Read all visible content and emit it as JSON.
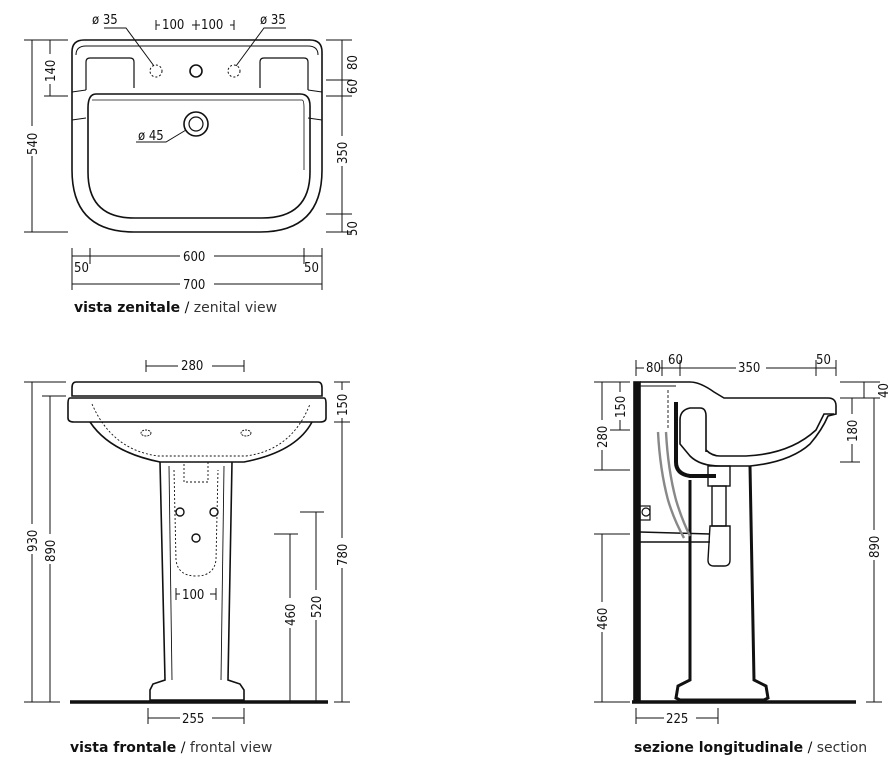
{
  "views": {
    "top": {
      "caption_it": "vista zenitale",
      "caption_sep": " / ",
      "caption_en": "zenital view",
      "dims": {
        "hole_left": "ø 35",
        "hole_right": "ø 35",
        "spacing_a": "100",
        "spacing_b": "100",
        "drain": "ø 45",
        "d540": "540",
        "d140": "140",
        "d80": "80",
        "d60": "60",
        "d350": "350",
        "d50_right": "50",
        "d600": "600",
        "d50_left_b": "50",
        "d50_right_b": "50",
        "d700": "700"
      }
    },
    "front": {
      "caption_it": "vista frontale",
      "caption_sep": " / ",
      "caption_en": "frontal view",
      "dims": {
        "d280": "280",
        "d150": "150",
        "d930": "930",
        "d890": "890",
        "d780": "780",
        "d520": "520",
        "d460": "460",
        "d100": "100",
        "d255": "255"
      }
    },
    "section": {
      "caption_it": "sezione longitudinale",
      "caption_sep": " / ",
      "caption_en": "section",
      "dims": {
        "d80": "80",
        "d60": "60",
        "d350": "350",
        "d50": "50",
        "d40": "40",
        "d150": "150",
        "d280": "280",
        "d180": "180",
        "d890": "890",
        "d460": "460",
        "d225": "225"
      }
    }
  }
}
